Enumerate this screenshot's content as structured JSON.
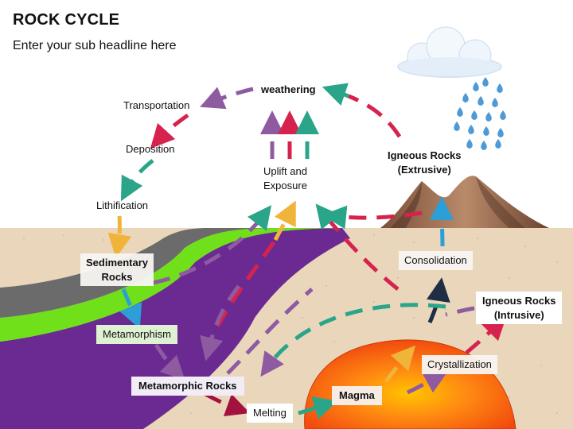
{
  "header": {
    "title": "ROCK CYCLE",
    "subtitle": "Enter your sub headline here"
  },
  "labels": {
    "weathering": "weathering",
    "transportation": "Transportation",
    "deposition": "Deposition",
    "lithification": "Lithification",
    "sedimentary_rocks": "Sedimentary\nRocks",
    "metamorphism": "Metamorphism",
    "metamorphic_rocks": "Metamorphic Rocks",
    "melting": "Melting",
    "magma": "Magma",
    "crystallization": "Crystallization",
    "igneous_intrusive": "Igneous Rocks\n(Intrusive)",
    "consolidation": "Consolidation",
    "igneous_extrusive": "Igneous Rocks\n(Extrusive)",
    "uplift_exposure": "Uplift and\nExposure"
  },
  "colors": {
    "purple_arrow": "#8e5ba0",
    "red_arrow": "#d6234e",
    "teal_arrow": "#2ba58a",
    "orange_arrow": "#f0b43b",
    "blue_arrow": "#2d9fd8",
    "dark_red_arrow": "#a3123f",
    "navy_arrow": "#1f2e45",
    "ground": "#ead7bb",
    "green_layer": "#6fe01a",
    "purple_layer": "#6a2a92",
    "gray_layer": "#6b6b6b",
    "magma": "#f97a16",
    "raindrop": "#4e9ad6"
  }
}
